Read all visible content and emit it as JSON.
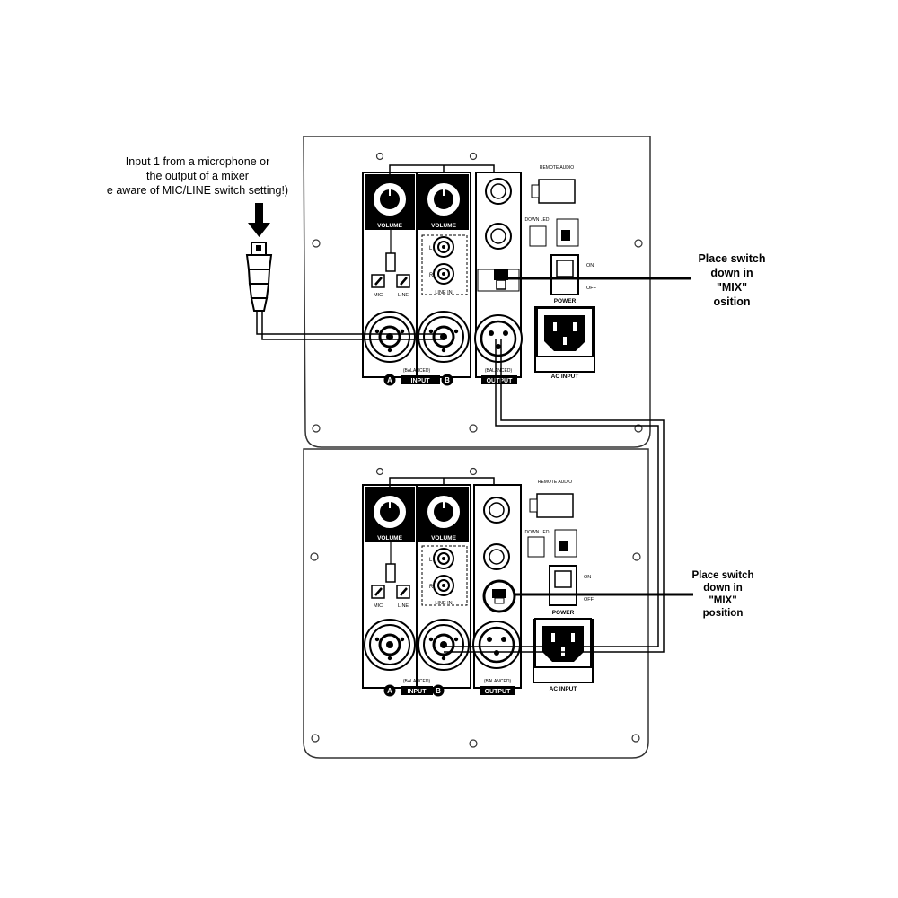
{
  "callouts": {
    "input_note": {
      "line1": "Input 1 from a microphone or",
      "line2": "the output of a mixer",
      "line3": "e aware of MIC/LINE switch setting!)"
    },
    "top_switch_note": {
      "line1": "Place switch",
      "line2": "down in",
      "line3": "\"MIX\"",
      "line4": "osition"
    },
    "bottom_switch_note": {
      "line1": "Place switch",
      "line2": "down in",
      "line3": "\"MIX\"",
      "line4": "position"
    }
  },
  "panels": [
    {
      "id": "top",
      "volume_label": "VOLUME",
      "mic_label": "MIC",
      "line_label": "LINE",
      "line_in_label": "LINE IN",
      "input_channel_a": "A",
      "input_channel_b": "B",
      "input_label": "INPUT",
      "balanced_label": "(BALANCED)",
      "output_label": "OUTPUT",
      "power_label": "POWER",
      "on_label": "ON",
      "off_label": "OFF",
      "ac_input_label": "AC INPUT",
      "remote_label": "REMOTE AUDIO",
      "down_led_label": "DOWN LED",
      "l_label": "L",
      "r_label": "R"
    },
    {
      "id": "bottom",
      "volume_label": "VOLUME",
      "mic_label": "MIC",
      "line_label": "LINE",
      "line_in_label": "LINE IN",
      "input_channel_a": "A",
      "input_channel_b": "B",
      "input_label": "INPUT",
      "balanced_label": "(BALANCED)",
      "output_label": "OUTPUT",
      "power_label": "POWER",
      "on_label": "ON",
      "off_label": "OFF",
      "ac_input_label": "AC INPUT",
      "remote_label": "REMOTE AUDIO",
      "down_led_label": "DOWN LED",
      "l_label": "L",
      "r_label": "R"
    }
  ],
  "icons": [
    "xlr-plug-icon",
    "down-arrow-icon",
    "combo-jack-icon",
    "xlr-output-jack-icon",
    "iec-power-inlet-icon",
    "rocker-switch-icon"
  ]
}
